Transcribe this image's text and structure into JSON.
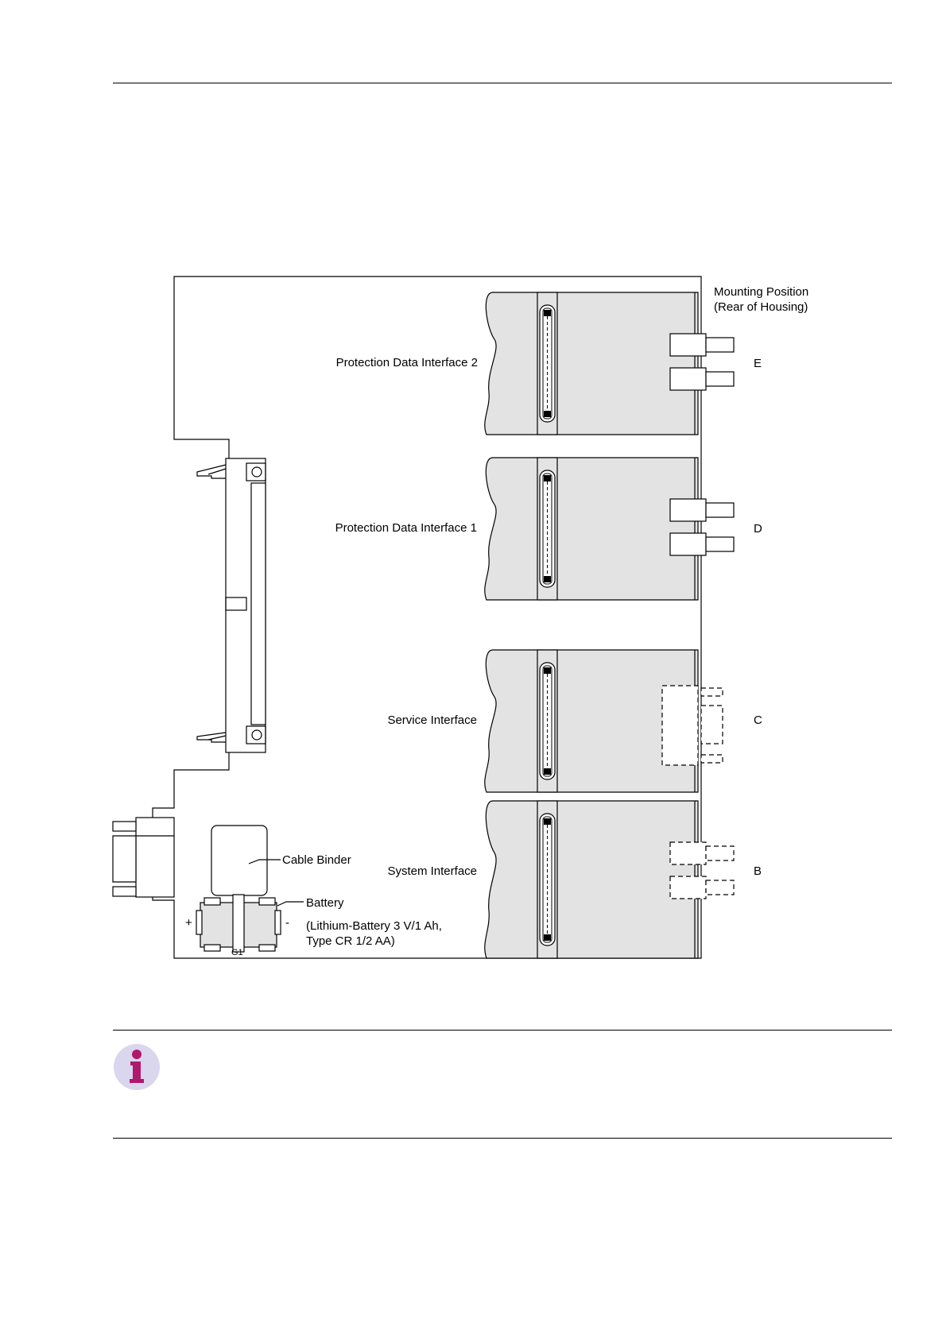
{
  "diagram": {
    "mounting": {
      "line1": "Mounting Position",
      "line2": "(Rear of Housing)"
    },
    "modules": [
      {
        "label": "Protection Data Interface 2",
        "slot": "E"
      },
      {
        "label": "Protection Data Interface 1",
        "slot": "D"
      },
      {
        "label": "Service Interface",
        "slot": "C"
      },
      {
        "label": "System Interface",
        "slot": "B"
      }
    ],
    "cable_binder": "Cable Binder",
    "battery": {
      "label": "Battery",
      "spec1": "(Lithium-Battery 3 V/1 Ah,",
      "spec2": "Type CR 1/2 AA)",
      "plus": "+",
      "minus": "-",
      "ref": "G1"
    }
  },
  "note": {
    "icon": "info-icon",
    "icon_color": "#b0186e"
  },
  "colors": {
    "module_fill": "#e3e3e3",
    "line": "#000000",
    "icon_bg": "#d9d6ee"
  }
}
